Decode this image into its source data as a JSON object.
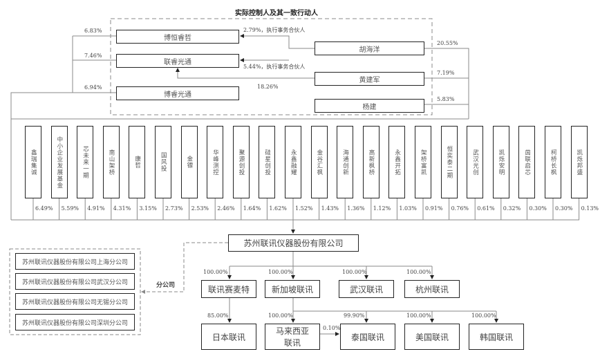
{
  "title": "实际控制人及其一致行动人",
  "controllers": {
    "entities": [
      "博恒睿哲",
      "联睿光通",
      "博睿光通"
    ],
    "entity_pcts": [
      "6.83%",
      "7.46%",
      "6.94%"
    ],
    "persons": [
      "胡海洋",
      "黄建军",
      "杨建"
    ],
    "person_pcts": [
      "20.55%",
      "7.19%",
      "5.83%"
    ],
    "links": [
      "2.79%，执行事务合伙人",
      "5.44%，执行事务合伙人",
      "18.26%"
    ]
  },
  "shareholders": [
    {
      "name": "鑫瑞集诚",
      "pct": "6.49%"
    },
    {
      "name": "中小企业发展基金",
      "pct": "5.59%"
    },
    {
      "name": "芯未来一期",
      "pct": "4.91%"
    },
    {
      "name": "南山架桥",
      "pct": "4.31%"
    },
    {
      "name": "康哲",
      "pct": "3.15%"
    },
    {
      "name": "国风投",
      "pct": "2.73%"
    },
    {
      "name": "金镖",
      "pct": "2.53%"
    },
    {
      "name": "华峰测控",
      "pct": "2.46%"
    },
    {
      "name": "聚源创投",
      "pct": "1.64%"
    },
    {
      "name": "硅星创投",
      "pct": "1.62%"
    },
    {
      "name": "永鑫融耀",
      "pct": "1.52%"
    },
    {
      "name": "金谷汇枫",
      "pct": "1.43%"
    },
    {
      "name": "海通创新",
      "pct": "1.36%"
    },
    {
      "name": "高新枫桥",
      "pct": "1.12%"
    },
    {
      "name": "永鑫开拓",
      "pct": "1.03%"
    },
    {
      "name": "架桥富凯",
      "pct": "0.91%"
    },
    {
      "name": "恒奕泰二期",
      "pct": "0.76%"
    },
    {
      "name": "武汉光创",
      "pct": "0.61%"
    },
    {
      "name": "凯烁安明",
      "pct": "0.32%"
    },
    {
      "name": "茵联启芯",
      "pct": "0.30%"
    },
    {
      "name": "柯桥长枫",
      "pct": "0.30%"
    },
    {
      "name": "凯烁邦盛",
      "pct": "0.13%"
    }
  ],
  "company": "苏州联讯仪器股份有限公司",
  "branch_label": "分公司",
  "branches": [
    "苏州联讯仪器股份有限公司上海分公司",
    "苏州联讯仪器股份有限公司武汉分公司",
    "苏州联讯仪器股份有限公司无锡分公司",
    "苏州联讯仪器股份有限公司深圳分公司"
  ],
  "subsidiaries": [
    {
      "name": "联讯赛麦特",
      "pct": "100.00%"
    },
    {
      "name": "新加坡联讯",
      "pct": "100.00%"
    },
    {
      "name": "武汉联讯",
      "pct": "100.00%"
    },
    {
      "name": "杭州联讯",
      "pct": "100.00%"
    }
  ],
  "second_level": [
    {
      "name": "日本联讯",
      "pct": "85.00%"
    },
    {
      "name": "马来西亚联讯",
      "pct": "100.00%"
    },
    {
      "name": "泰国联讯",
      "pct": "99.90%"
    },
    {
      "name": "美国联讯",
      "pct": "100.00%"
    },
    {
      "name": "韩国联讯",
      "pct": "100.00%"
    }
  ],
  "malaysia_to_thailand_pct": "0.10%"
}
